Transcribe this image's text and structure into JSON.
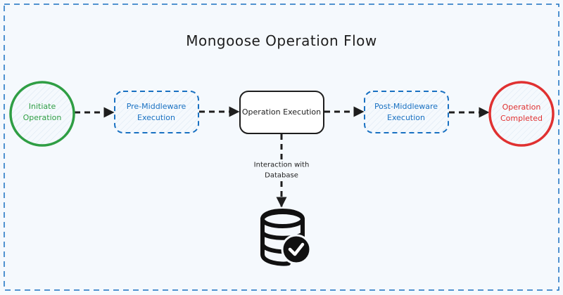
{
  "diagram": {
    "title": "Mongoose Operation Flow",
    "colors": {
      "background": "#f5f9fd",
      "frame": "#1971c2",
      "start": "#2f9e44",
      "middleware": "#1971c2",
      "core": "#1e1e1e",
      "end": "#e03131",
      "arrow": "#1e1e1e"
    },
    "nodes": [
      {
        "id": "initiate",
        "shape": "circle",
        "style": "solid",
        "label": "Initiate\nOperation",
        "color_key": "start"
      },
      {
        "id": "pre-middleware",
        "shape": "rounded-rect",
        "style": "dashed",
        "label": "Pre-Middleware\nExecution",
        "color_key": "middleware"
      },
      {
        "id": "operation-execution",
        "shape": "rounded-rect",
        "style": "solid",
        "label": "Operation Execution",
        "color_key": "core"
      },
      {
        "id": "post-middleware",
        "shape": "rounded-rect",
        "style": "dashed",
        "label": "Post-Middleware\nExecution",
        "color_key": "middleware"
      },
      {
        "id": "completed",
        "shape": "circle",
        "style": "solid",
        "label": "Operation\nCompleted",
        "color_key": "end"
      },
      {
        "id": "database",
        "shape": "icon",
        "icon": "database-check-icon",
        "label": ""
      }
    ],
    "edges": [
      {
        "from": "initiate",
        "to": "pre-middleware",
        "style": "dashed",
        "label": ""
      },
      {
        "from": "pre-middleware",
        "to": "operation-execution",
        "style": "dashed",
        "label": ""
      },
      {
        "from": "operation-execution",
        "to": "post-middleware",
        "style": "dashed",
        "label": ""
      },
      {
        "from": "post-middleware",
        "to": "completed",
        "style": "dashed",
        "label": ""
      },
      {
        "from": "operation-execution",
        "to": "database",
        "style": "dashed",
        "label": "Interaction with\nDatabase"
      }
    ]
  }
}
